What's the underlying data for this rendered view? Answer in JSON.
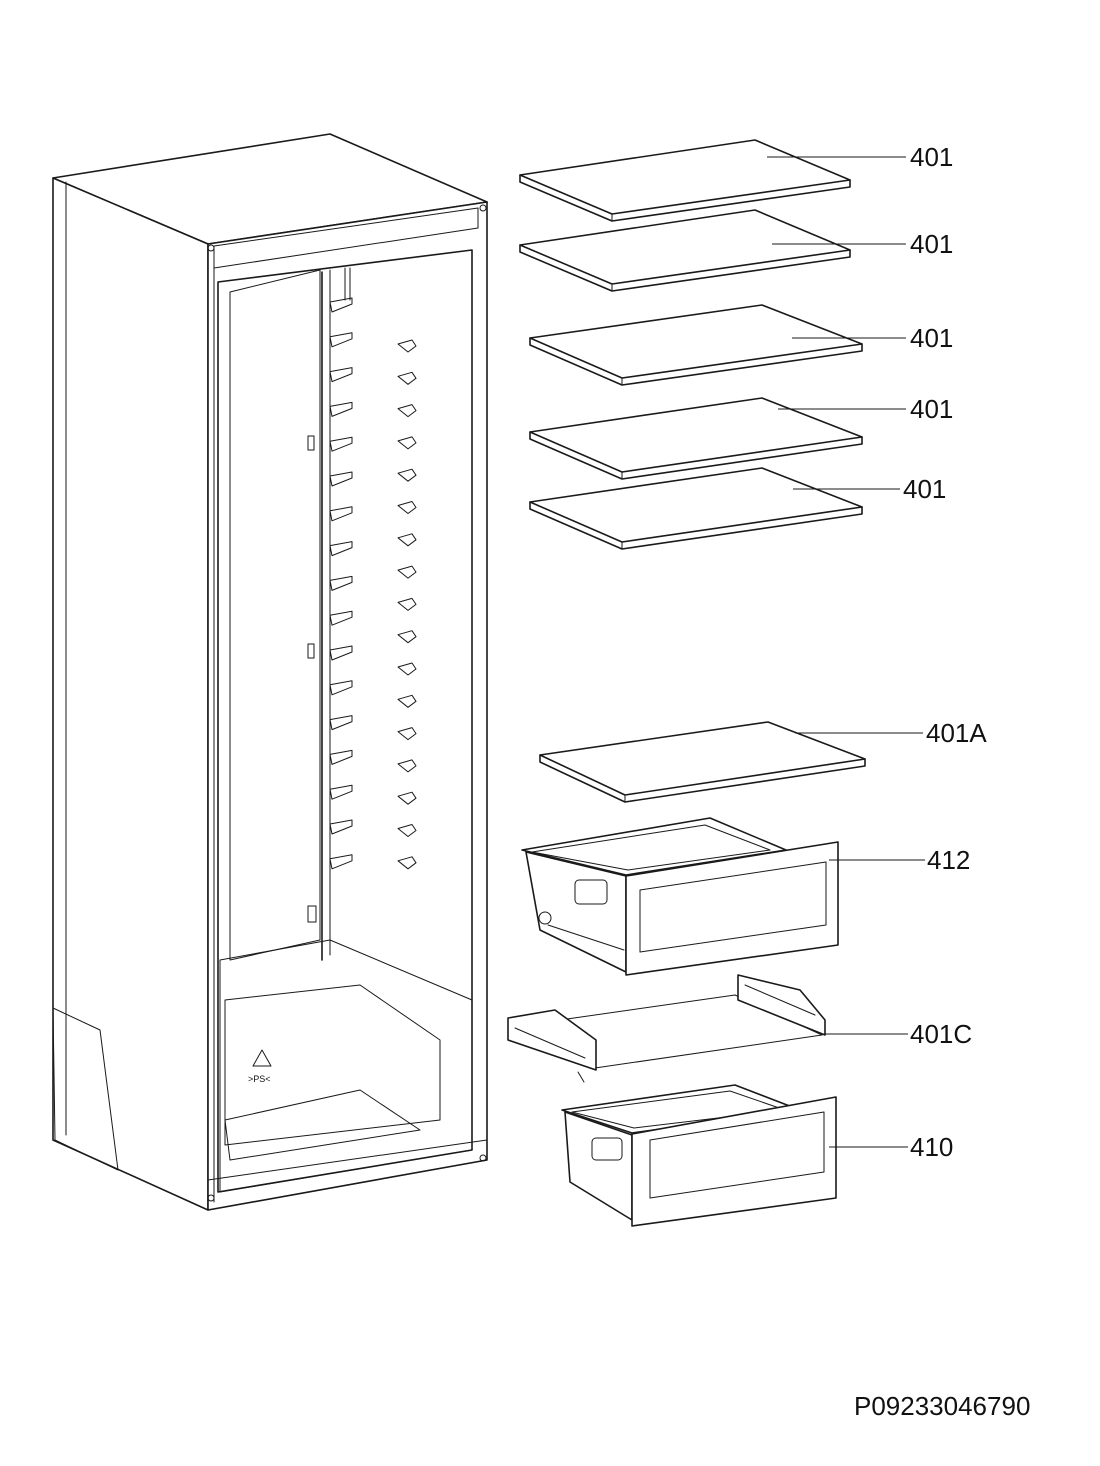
{
  "diagram": {
    "part_labels": {
      "shelf_1": "401",
      "shelf_2": "401",
      "shelf_3": "401",
      "shelf_4": "401",
      "shelf_5": "401",
      "shelf_lower": "401A",
      "drawer_upper": "412",
      "drawer_cover": "401C",
      "drawer_lower": "410"
    },
    "drawing_code": "P09233046790",
    "recycle_mark": ">PS<"
  }
}
